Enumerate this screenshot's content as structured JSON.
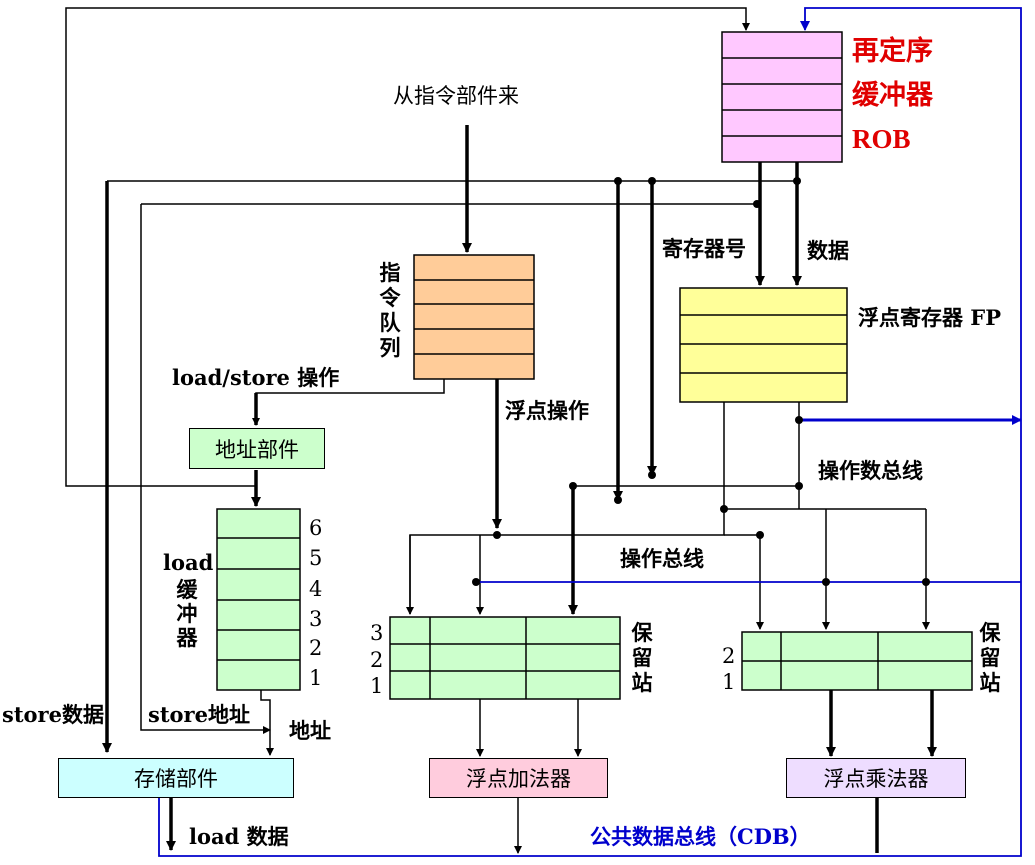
{
  "labels": {
    "from_instruction_unit": "从指令部件来",
    "rob_line1": "再定序",
    "rob_line2": "缓冲器",
    "rob_line3": "ROB",
    "register_number": "寄存器号",
    "data": "数据",
    "fp_register": "浮点寄存器 FP",
    "instruction_queue_vertical": [
      "指",
      "令",
      "队",
      "列"
    ],
    "load_store_op": "load/store 操作",
    "fp_operation": "浮点操作",
    "address_unit": "地址部件",
    "operand_bus": "操作数总线",
    "operation_bus": "操作总线",
    "load_buffer_word": "load",
    "load_buffer_vertical": [
      "缓",
      "冲",
      "器"
    ],
    "load_buffer_numbers": [
      "6",
      "5",
      "4",
      "3",
      "2",
      "1"
    ],
    "rs_vertical": [
      "保",
      "留",
      "站"
    ],
    "rs_add_numbers": [
      "3",
      "2",
      "1"
    ],
    "rs_mul_numbers": [
      "2",
      "1"
    ],
    "store_data": "store数据",
    "store_address": "store地址",
    "address": "地址",
    "storage_unit": "存储部件",
    "fp_adder": "浮点加法器",
    "fp_multiplier": "浮点乘法器",
    "load_data": "load 数据",
    "cdb": "公共数据总线（CDB）"
  },
  "colors": {
    "rob_fill": "#ffc8ff",
    "queue_fill": "#ffcc99",
    "fp_fill": "#ffff99",
    "green_fill": "#ccffcc",
    "storage_fill": "#ccffff",
    "adder_fill": "#ffccdd",
    "multiplier_fill": "#eeddff",
    "cdb_blue": "#0000cc",
    "rob_label_red": "#e00000"
  }
}
